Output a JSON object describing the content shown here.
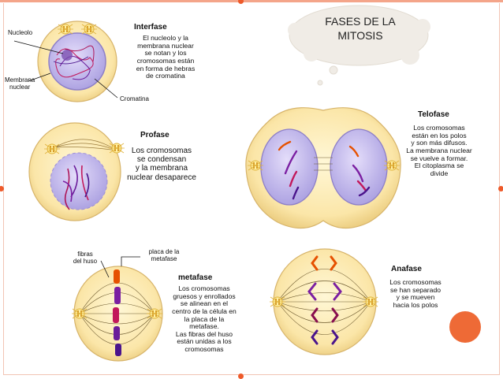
{
  "slide": {
    "title_line1": "FASES DE LA",
    "title_line2": "MITOSIS",
    "colors": {
      "accent": "#ee6a36",
      "cell": "#fbe9b0",
      "nucleus": "#c9c1ee"
    }
  },
  "interfase": {
    "title": "Interfase",
    "desc": [
      "El nucleolo y la",
      "membrana nuclear",
      "se notan y los",
      "cromosomas están",
      "en forma de hebras",
      "de cromatina"
    ],
    "label_nucleolo": "Nucleolo",
    "label_membrana": [
      "Membrana",
      "nuclear"
    ],
    "label_cromatina": "Cromatina"
  },
  "profase": {
    "title": "Profase",
    "desc": [
      "Los cromosomas",
      "se condensan",
      "y la membrana",
      "nuclear desaparece"
    ]
  },
  "metafase": {
    "title": "metafase",
    "label_fibras": [
      "fibras",
      "del huso"
    ],
    "label_placa": [
      "placa de la",
      "metafase"
    ],
    "desc": [
      "Los cromosomas",
      "gruesos y enrollados",
      "se alinean en el",
      "centro de la célula en",
      "la placa de la",
      "metafase.",
      "Las fibras del huso",
      "están unidas a los",
      "cromosomas"
    ]
  },
  "telofase": {
    "title": "Telofase",
    "desc": [
      "Los cromosomas",
      "están en los polos",
      "y son más difusos.",
      "La membrana nuclear",
      "se vuelve a formar.",
      "El citoplasma se",
      "divide"
    ]
  },
  "anafase": {
    "title": "Anafase",
    "desc": [
      "Los cromosomas",
      "se han separado",
      "y se mueven",
      "hacia los polos"
    ]
  }
}
